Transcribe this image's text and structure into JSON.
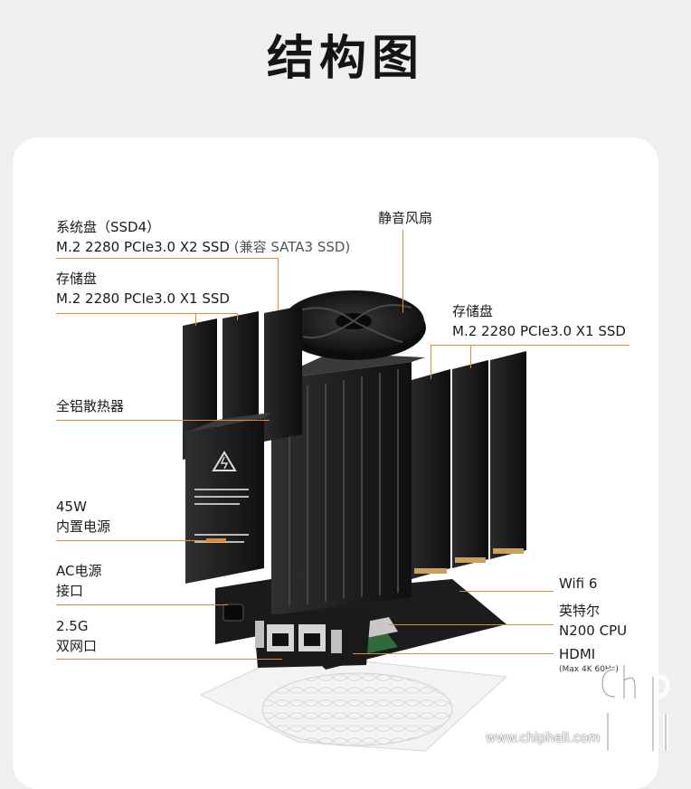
{
  "header": {
    "title": "结构图"
  },
  "labels": {
    "system_disk_line1": "系统盘（SSD4）",
    "system_disk_line2": "M.2 2280 PCIe3.0 X2 SSD",
    "system_disk_compat": "(兼容 SATA3 SSD)",
    "storage_left_line1": "存储盘",
    "storage_left_line2": "M.2 2280 PCIe3.0 X1 SSD",
    "fan": "静音风扇",
    "storage_right_line1": "存储盘",
    "storage_right_line2": "M.2 2280 PCIe3.0 X1 SSD",
    "heatsink": "全铝散热器",
    "psu_line1": "45W",
    "psu_line2": "内置电源",
    "ac_line1": "AC电源",
    "ac_line2": "接口",
    "lan_line1": "2.5G",
    "lan_line2": "双网口",
    "wifi": "Wifi 6",
    "cpu_line1": "英特尔",
    "cpu_line2": "N200 CPU",
    "hdmi_line1": "HDMI",
    "hdmi_line2": "(Max 4K 60Hz)"
  },
  "watermark": {
    "site": "www.chiphell.com",
    "logo_text": "chip hell"
  },
  "colors": {
    "accent": "#e48a2d",
    "background": "#efefef",
    "card": "#ffffff",
    "hardware": "#1a1a1a"
  }
}
